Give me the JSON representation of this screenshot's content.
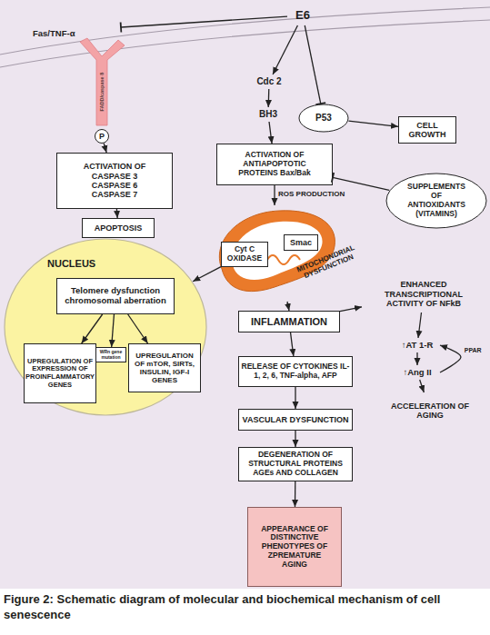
{
  "diagram": {
    "caption": "Figure 2: Schematic diagram of molecular and biochemical mechanism of cell senescence",
    "nodes": [
      {
        "text": [
          "E6"
        ]
      },
      {
        "text": [
          "Fas/TNF-α",
          "FADD/caspase 8"
        ]
      },
      {
        "text": [
          "Cdc 2"
        ]
      },
      {
        "text": [
          "BH3"
        ]
      },
      {
        "text": [
          "P53"
        ]
      },
      {
        "text": [
          "CELL GROWTH"
        ]
      },
      {
        "text": [
          "P"
        ]
      },
      {
        "text": [
          "ACTIVATION OF CASPASE 3 CASPASE 6 CASPASE 7"
        ]
      },
      {
        "text": [
          "ACTIVATION OF ANTIAPOPTOTIC PROTEINS Bax/Bak"
        ]
      },
      {
        "text": [
          "SUPPLEMENTS OF ANTIOXIDANTS (VITAMINS)"
        ]
      },
      {
        "text": [
          "APOPTOSIS"
        ]
      },
      {
        "text": [
          "MITOCHONDRIAL DYSFUNCTION"
        ]
      },
      {
        "text": [
          "Smac"
        ],
        "in": 11
      },
      {
        "text": [
          "Cyt C OXIDASE"
        ],
        "in": 11
      },
      {
        "text": [
          "NUCLEUS"
        ]
      },
      {
        "text": [
          "Telomere dysfunction chromosomal aberration"
        ],
        "in": 14
      },
      {
        "text": [
          "UPREGULATION OF EXPRESSION OF PROINFLAMMATORY GENES"
        ],
        "in": 14
      },
      {
        "text": [
          "WRn gene mutation"
        ],
        "in": 14
      },
      {
        "text": [
          "UPREGULATION OF mTOR, SIRTs, INSULIN, IGF-I GENES"
        ],
        "in": 14
      },
      {
        "text": [
          "ENHANCED TRANSCRIPTIONAL ACTIVITY OF NFkB"
        ]
      },
      {
        "text": [
          "INFLAMMATION"
        ]
      },
      {
        "text": [
          "↑AT 1-R"
        ]
      },
      {
        "text": [
          "RELEASE OF CYTOKINES IL-1, 2, 6, TNF-alpha, AFP"
        ]
      },
      {
        "text": [
          "↑Ang II"
        ]
      },
      {
        "text": [
          "ACCELERATION OF AGING"
        ]
      },
      {
        "text": [
          "VASCULAR DYSFUNCTION"
        ]
      },
      {
        "text": [
          "DEGENERATION OF STRUCTURAL PROTEINS AGEs AND COLLAGEN"
        ]
      },
      {
        "text": [
          "APPEARANCE OF DISTINCTIVE PHENOTYPES OF ZPREMATURE AGING"
        ]
      }
    ],
    "edges": [
      {
        "from": 0,
        "to": 1,
        "arrow": "to"
      },
      {
        "from": 0,
        "to": 2,
        "arrow": "to"
      },
      {
        "from": 0,
        "to": 4,
        "arrow": "to"
      },
      {
        "from": 2,
        "to": 3,
        "arrow": "to"
      },
      {
        "from": 3,
        "to": 8,
        "arrow": "to"
      },
      {
        "from": 4,
        "to": 5,
        "arrow": "to"
      },
      {
        "from": 6,
        "to": 7,
        "arrow": "to"
      },
      {
        "from": 7,
        "to": 10,
        "arrow": "to"
      },
      {
        "from": 9,
        "to": 8,
        "arrow": "to"
      },
      {
        "from": 8,
        "to": 11,
        "label": "ROS PRODUCTION",
        "arrow": "to"
      },
      {
        "from": 13,
        "to": 14,
        "arrow": "to"
      },
      {
        "from": 11,
        "to": 20,
        "arrow": "to"
      },
      {
        "from": 15,
        "to": 16,
        "arrow": "to"
      },
      {
        "from": 15,
        "to": 17,
        "arrow": "to"
      },
      {
        "from": 15,
        "to": 18,
        "arrow": "to"
      },
      {
        "from": 20,
        "to": 19,
        "arrow": "to"
      },
      {
        "from": 20,
        "to": 22,
        "arrow": "to"
      },
      {
        "from": 19,
        "to": 21,
        "arrow": "to"
      },
      {
        "from": 21,
        "to": 23,
        "arrow": "to"
      },
      {
        "from": 23,
        "to": 24,
        "arrow": "to"
      },
      {
        "from": 23,
        "to": 21,
        "label": "PPAR",
        "arrow": "to"
      },
      {
        "from": 22,
        "to": 25,
        "arrow": "to"
      },
      {
        "from": 25,
        "to": 26,
        "arrow": "to"
      },
      {
        "from": 26,
        "to": 27,
        "arrow": "to"
      }
    ]
  }
}
